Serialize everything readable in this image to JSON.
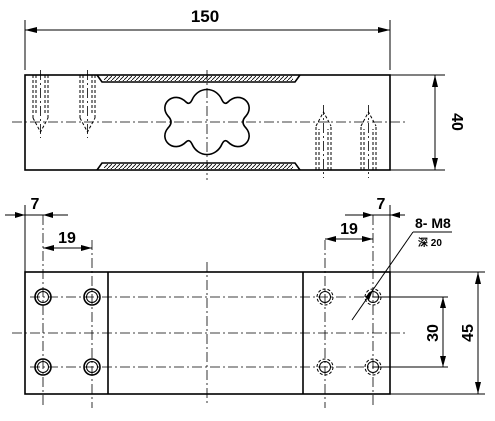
{
  "dimensions": {
    "overall_length": "150",
    "height": "40",
    "hole_edge_offset_left": "7",
    "hole_spacing_left": "19",
    "hole_edge_offset_right": "7",
    "hole_spacing_right": "19",
    "hole_row_spacing": "30",
    "width": "45"
  },
  "callout": {
    "thread": "8- M8",
    "depth": "深 20"
  }
}
